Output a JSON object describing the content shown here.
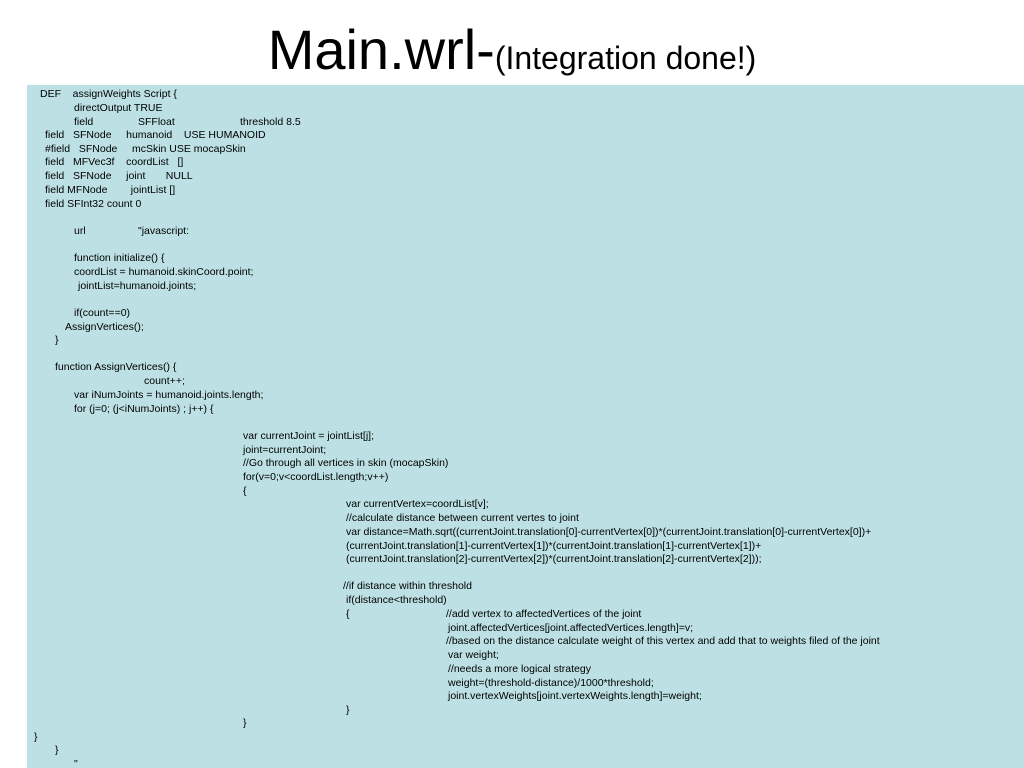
{
  "slide": {
    "title_main": "Main.wrl-",
    "title_sub": "(Integration done!)"
  },
  "code": {
    "lines": [
      "DEF    assignWeights Script {",
      "directOutput TRUE",
      "field",
      "SFFloat",
      "threshold 8.5",
      "field   SFNode     humanoid    USE HUMANOID",
      "#field   SFNode     mcSkin USE mocapSkin",
      "field   MFVec3f    coordList   []",
      "field   SFNode     joint       NULL",
      "field MFNode        jointList []",
      "field SFInt32 count 0",
      "url",
      "\"javascript:",
      "function initialize() {",
      "coordList = humanoid.skinCoord.point;",
      "jointList=humanoid.joints;",
      "if(count==0)",
      "AssignVertices();",
      "}",
      "function AssignVertices() {",
      "count++;",
      "var iNumJoints = humanoid.joints.length;",
      "for (j=0; (j<iNumJoints) ; j++) {",
      "var currentJoint = jointList[j];",
      "joint=currentJoint;",
      "//Go through all vertices in skin (mocapSkin)",
      "for(v=0;v<coordList.length;v++)",
      "{",
      "var currentVertex=coordList[v];",
      "//calculate distance between current vertes to joint",
      "var distance=Math.sqrt((currentJoint.translation[0]-currentVertex[0])*(currentJoint.translation[0]-currentVertex[0])+",
      "(currentJoint.translation[1]-currentVertex[1])*(currentJoint.translation[1]-currentVertex[1])+",
      "(currentJoint.translation[2]-currentVertex[2])*(currentJoint.translation[2]-currentVertex[2]));",
      "//if distance within threshold",
      "if(distance<threshold)",
      "{",
      "//add vertex to affectedVertices of the joint",
      "joint.affectedVertices[joint.affectedVertices.length]=v;",
      "//based on the distance calculate weight of this vertex and add that to weights filed of the joint",
      "var weight;",
      "//needs a more logical strategy",
      "weight=(threshold-distance)/1000*threshold;",
      "joint.vertexWeights[joint.vertexWeights.length]=weight;",
      "}",
      "}",
      "}",
      "}",
      "\""
    ]
  }
}
